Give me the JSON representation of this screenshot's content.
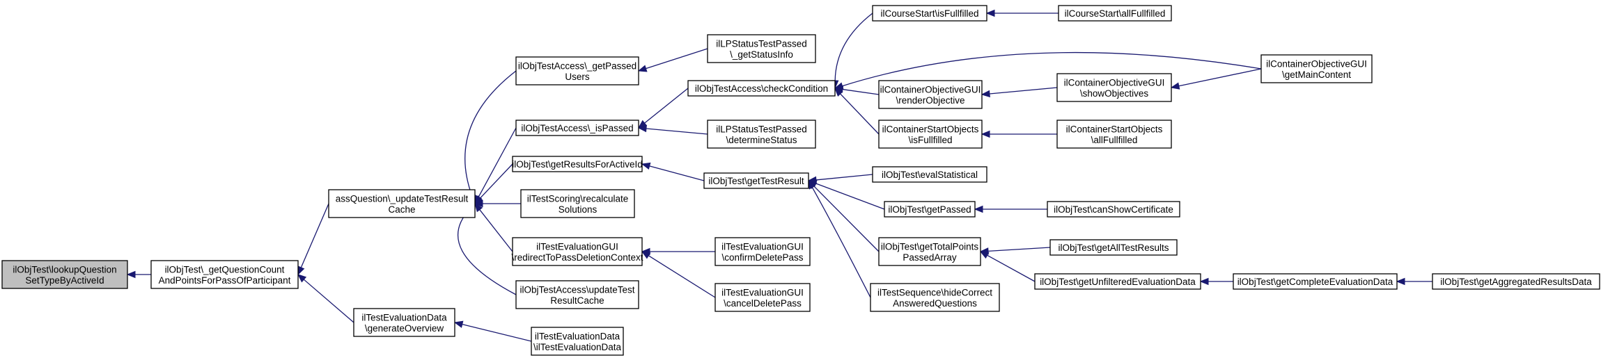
{
  "diagram": {
    "type": "call-graph",
    "colors": {
      "edge": "#191970",
      "focus_fill": "#bfbfbf",
      "node_fill": "#ffffff",
      "node_border": "#000000"
    },
    "nodes": [
      {
        "id": "n1",
        "lines": [
          "ilObjTest\\lookupQuestion",
          "SetTypeByActiveId"
        ],
        "focus": true
      },
      {
        "id": "n2",
        "lines": [
          "ilObjTest\\_getQuestionCount",
          "AndPointsForPassOfParticipant"
        ]
      },
      {
        "id": "n3",
        "lines": [
          "assQuestion\\_updateTestResult",
          "Cache"
        ]
      },
      {
        "id": "n4",
        "lines": [
          "ilTestEvaluationData",
          "\\generateOverview"
        ]
      },
      {
        "id": "n5",
        "lines": [
          "ilObjTestAccess\\_getPassed",
          "Users"
        ]
      },
      {
        "id": "n6",
        "lines": [
          "ilObjTestAccess\\_isPassed"
        ]
      },
      {
        "id": "n7",
        "lines": [
          "ilObjTest\\getResultsForActiveId"
        ]
      },
      {
        "id": "n8",
        "lines": [
          "ilTestScoring\\recalculate",
          "Solutions"
        ]
      },
      {
        "id": "n9",
        "lines": [
          "ilTestEvaluationGUI",
          "\\redirectToPassDeletionContext"
        ]
      },
      {
        "id": "n10",
        "lines": [
          "ilObjTestAccess\\updateTest",
          "ResultCache"
        ]
      },
      {
        "id": "n11",
        "lines": [
          "ilTestEvaluationData",
          "\\ilTestEvaluationData"
        ]
      },
      {
        "id": "n12",
        "lines": [
          "ilLPStatusTestPassed",
          "\\_getStatusInfo"
        ]
      },
      {
        "id": "n13",
        "lines": [
          "ilObjTestAccess\\checkCondition"
        ]
      },
      {
        "id": "n14",
        "lines": [
          "ilLPStatusTestPassed",
          "\\determineStatus"
        ]
      },
      {
        "id": "n15",
        "lines": [
          "ilObjTest\\getTestResult"
        ]
      },
      {
        "id": "n16",
        "lines": [
          "ilTestEvaluationGUI",
          "\\confirmDeletePass"
        ]
      },
      {
        "id": "n17",
        "lines": [
          "ilTestEvaluationGUI",
          "\\cancelDeletePass"
        ]
      },
      {
        "id": "n18",
        "lines": [
          "ilCourseStart\\isFullfilled"
        ]
      },
      {
        "id": "n19",
        "lines": [
          "ilContainerObjectiveGUI",
          "\\renderObjective"
        ]
      },
      {
        "id": "n20",
        "lines": [
          "ilContainerStartObjects",
          "\\isFullfilled"
        ]
      },
      {
        "id": "n21",
        "lines": [
          "ilObjTest\\evalStatistical"
        ]
      },
      {
        "id": "n22",
        "lines": [
          "ilObjTest\\getPassed"
        ]
      },
      {
        "id": "n23",
        "lines": [
          "ilObjTest\\getTotalPoints",
          "PassedArray"
        ]
      },
      {
        "id": "n24",
        "lines": [
          "ilTestSequence\\hideCorrect",
          "AnsweredQuestions"
        ]
      },
      {
        "id": "n25",
        "lines": [
          "ilCourseStart\\allFullfilled"
        ]
      },
      {
        "id": "n26",
        "lines": [
          "ilContainerObjectiveGUI",
          "\\showObjectives"
        ]
      },
      {
        "id": "n27",
        "lines": [
          "ilContainerStartObjects",
          "\\allFullfilled"
        ]
      },
      {
        "id": "n28",
        "lines": [
          "ilObjTest\\canShowCertificate"
        ]
      },
      {
        "id": "n29",
        "lines": [
          "ilObjTest\\getAllTestResults"
        ]
      },
      {
        "id": "n30",
        "lines": [
          "ilObjTest\\getUnfilteredEvaluationData"
        ]
      },
      {
        "id": "n31",
        "lines": [
          "ilContainerObjectiveGUI",
          "\\getMainContent"
        ]
      },
      {
        "id": "n32",
        "lines": [
          "ilObjTest\\getCompleteEvaluationData"
        ]
      },
      {
        "id": "n33",
        "lines": [
          "ilObjTest\\getAggregatedResultsData"
        ]
      }
    ],
    "edges": [
      {
        "from": "n2",
        "to": "n1"
      },
      {
        "from": "n3",
        "to": "n2"
      },
      {
        "from": "n4",
        "to": "n2"
      },
      {
        "from": "n5",
        "to": "n3"
      },
      {
        "from": "n6",
        "to": "n3"
      },
      {
        "from": "n7",
        "to": "n3"
      },
      {
        "from": "n8",
        "to": "n3"
      },
      {
        "from": "n9",
        "to": "n3"
      },
      {
        "from": "n10",
        "to": "n3"
      },
      {
        "from": "n11",
        "to": "n4"
      },
      {
        "from": "n12",
        "to": "n5"
      },
      {
        "from": "n13",
        "to": "n6"
      },
      {
        "from": "n14",
        "to": "n6"
      },
      {
        "from": "n15",
        "to": "n7"
      },
      {
        "from": "n16",
        "to": "n9"
      },
      {
        "from": "n17",
        "to": "n9"
      },
      {
        "from": "n18",
        "to": "n13"
      },
      {
        "from": "n19",
        "to": "n13"
      },
      {
        "from": "n20",
        "to": "n13"
      },
      {
        "from": "n31",
        "to": "n13"
      },
      {
        "from": "n21",
        "to": "n15"
      },
      {
        "from": "n22",
        "to": "n15"
      },
      {
        "from": "n23",
        "to": "n15"
      },
      {
        "from": "n24",
        "to": "n15"
      },
      {
        "from": "n25",
        "to": "n18"
      },
      {
        "from": "n26",
        "to": "n19"
      },
      {
        "from": "n27",
        "to": "n20"
      },
      {
        "from": "n28",
        "to": "n22"
      },
      {
        "from": "n29",
        "to": "n23"
      },
      {
        "from": "n30",
        "to": "n23"
      },
      {
        "from": "n31",
        "to": "n26"
      },
      {
        "from": "n32",
        "to": "n30"
      },
      {
        "from": "n33",
        "to": "n32"
      }
    ]
  }
}
